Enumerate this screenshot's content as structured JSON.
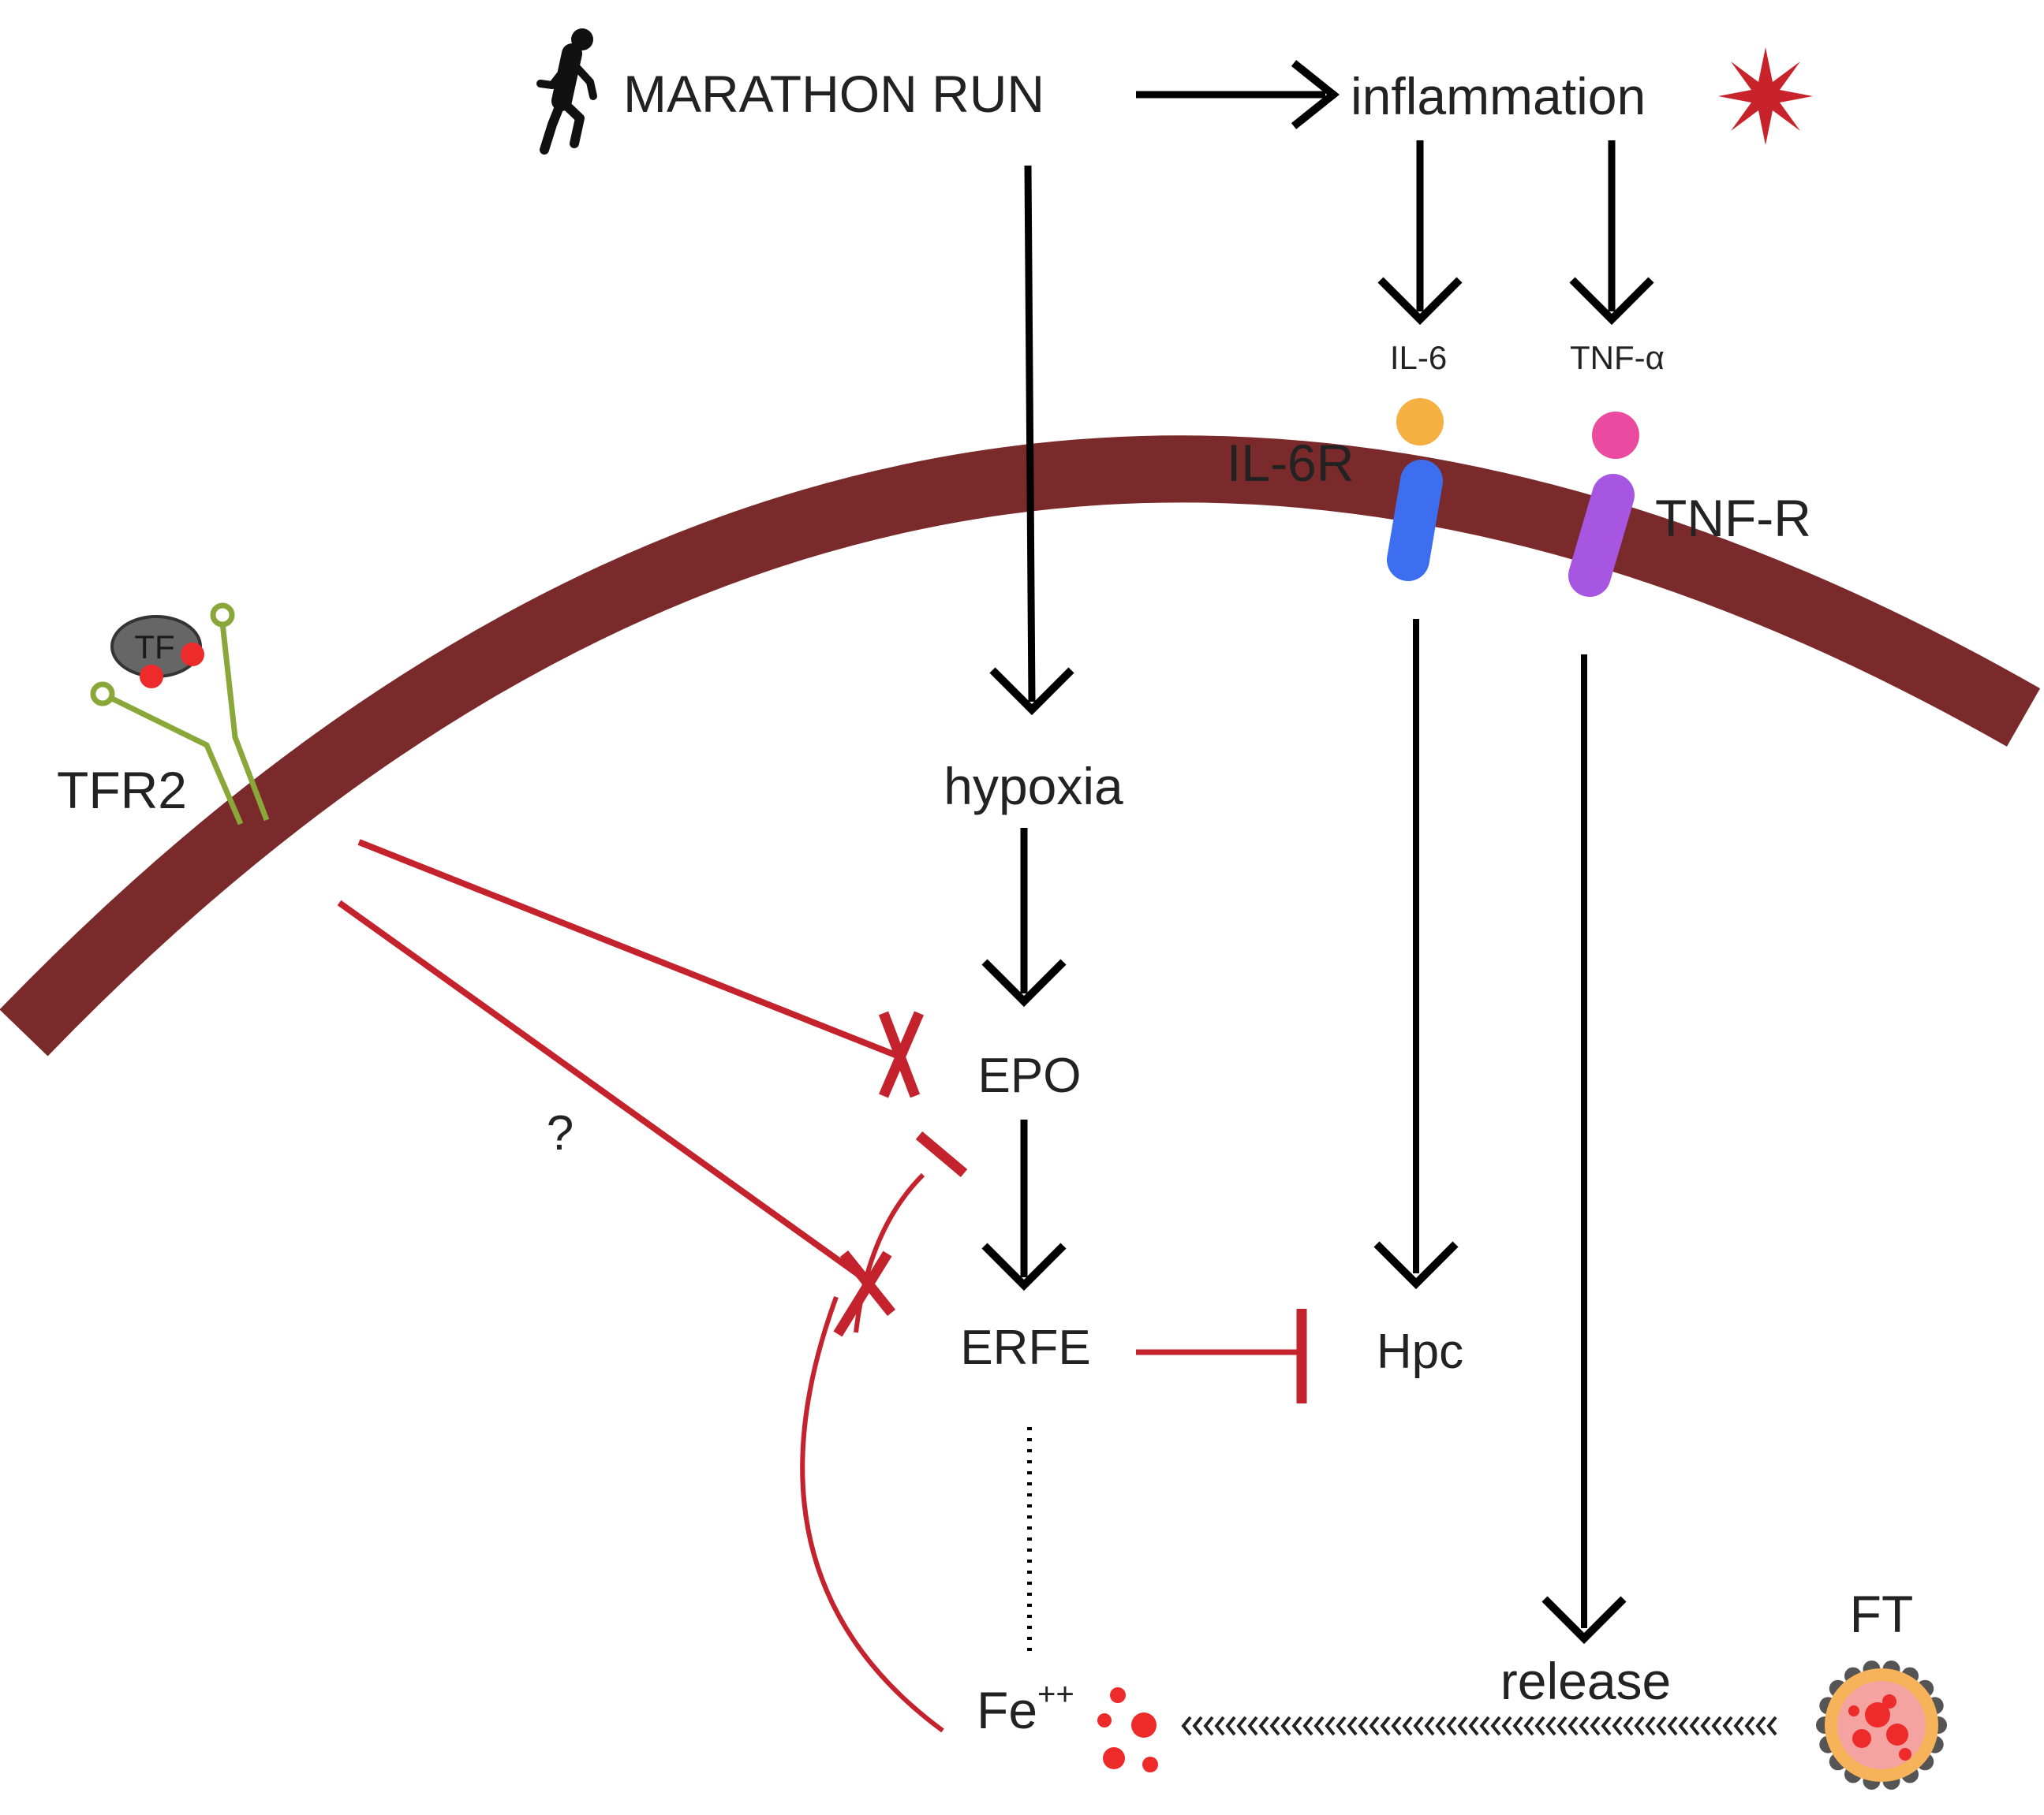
{
  "title": "MARATHON RUN",
  "nodes": {
    "inflammation": "inflammation",
    "il6": "IL-6",
    "tnf_alpha": "TNF-α",
    "il6r": "IL-6R",
    "tnfr": "TNF-R",
    "tf": "TF",
    "tfr2": "TFR2",
    "hypoxia": "hypoxia",
    "epo": "EPO",
    "erfe": "ERFE",
    "hpc": "Hpc",
    "question": "?",
    "fe": "Fe",
    "fe_superscript": "++",
    "release": "release",
    "ft": "FT"
  },
  "colors": {
    "membrane": "#7a2a2a",
    "arrow": "#000000",
    "inhibition": "#c4222c",
    "il6": "#f5b042",
    "tnf_alpha": "#ea4aa0",
    "il6r": "#3e6ef0",
    "tnfr": "#a656e0",
    "tfr2": "#8aa83a",
    "tf": "#666666",
    "iron": "#ee2b2b",
    "star": "#c8222a"
  },
  "icons": [
    "runner-icon",
    "inflammation-star-icon",
    "ferritin-icon"
  ]
}
